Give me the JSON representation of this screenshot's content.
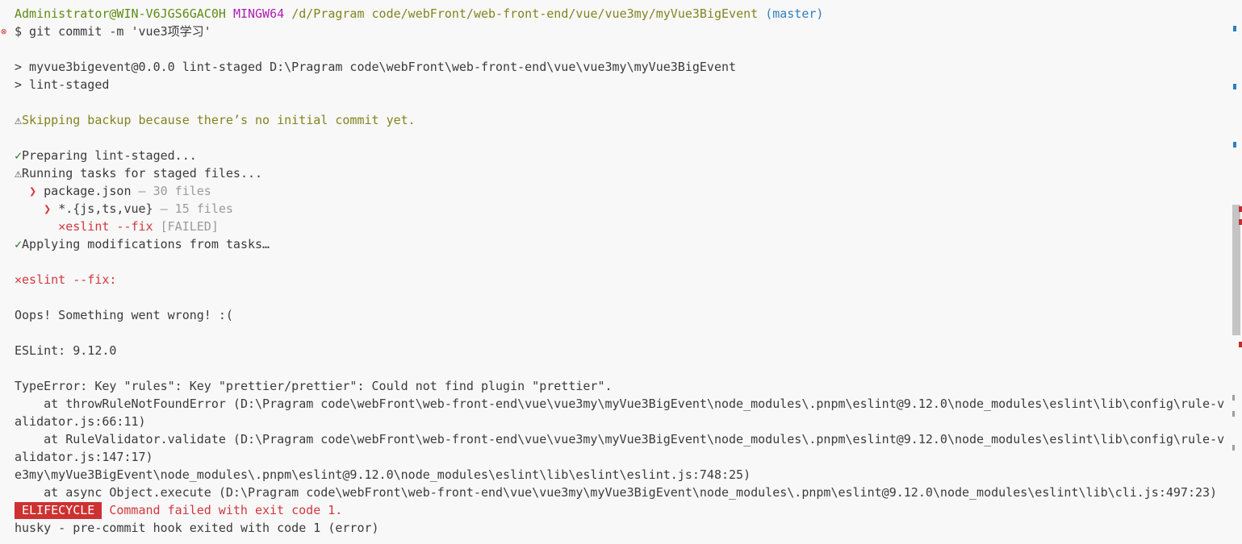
{
  "prompt": {
    "user_host": "Administrator@WIN-V6JGS6GAC0H",
    "system": "MINGW64",
    "path": "/d/Pragram code/webFront/web-front-end/vue/vue3my/myVue3BigEvent",
    "branch": "(master)"
  },
  "command": {
    "gutter_icon": "⊗",
    "text": "$ git commit -m 'vue3项学习'"
  },
  "lines": {
    "npm_script": "> myvue3bigevent@0.0.0 lint-staged D:\\Pragram code\\webFront\\web-front-end\\vue\\vue3my\\myVue3BigEvent",
    "npm_cmd": "> lint-staged",
    "warn_icon": "⚠",
    "skipping": "Skipping backup because there’s no initial commit yet.",
    "check_icon": "✓",
    "preparing": "Preparing lint-staged...",
    "running": "Running tasks for staged files...",
    "chevron_icon": "❯",
    "package_json": "package.json",
    "package_json_count": " — 30 files",
    "glob": "*.{js,ts,vue}",
    "glob_count": " — 15 files",
    "cross_icon": "✕",
    "eslint_fix": "eslint --fix",
    "failed": "[FAILED]",
    "applying": "Applying modifications from tasks…",
    "eslint_fix_header": "eslint --fix:",
    "oops": "Oops! Something went wrong! :(",
    "eslint_version": "ESLint: 9.12.0",
    "type_error": "TypeError: Key \"rules\": Key \"prettier/prettier\": Could not find plugin \"prettier\".",
    "trace1a": "    at throwRuleNotFoundError (D:\\Pragram code\\webFront\\web-front-end\\vue\\vue3my\\myVue3BigEvent\\node_modules\\.pnpm\\eslint@9.12.0\\node_modules\\eslint\\lib\\config\\rule-v",
    "trace1b": "alidator.js:66:11)",
    "trace2a": "    at RuleValidator.validate (D:\\Pragram code\\webFront\\web-front-end\\vue\\vue3my\\myVue3BigEvent\\node_modules\\.pnpm\\eslint@9.12.0\\node_modules\\eslint\\lib\\config\\rule-v",
    "trace2b": "alidator.js:147:17)",
    "trace3": "e3my\\myVue3BigEvent\\node_modules\\.pnpm\\eslint@9.12.0\\node_modules\\eslint\\lib\\eslint\\eslint.js:748:25)",
    "trace4": "    at async Object.execute (D:\\Pragram code\\webFront\\web-front-end\\vue\\vue3my\\myVue3BigEvent\\node_modules\\.pnpm\\eslint@9.12.0\\node_modules\\eslint\\lib\\cli.js:497:23)",
    "elifecycle_badge": "ELIFECYCLE",
    "elifecycle_msg": "Command failed with exit code 1.",
    "husky": "husky - pre-commit hook exited with code 1 (error)"
  },
  "colors": {
    "background": "#f8f8f8",
    "prompt_green": "#5f8b14",
    "prompt_magenta": "#b11eb3",
    "prompt_yellow": "#838320",
    "branch_blue": "#2f7ebf",
    "error_red": "#d1383c",
    "badge_red": "#cd3131"
  }
}
